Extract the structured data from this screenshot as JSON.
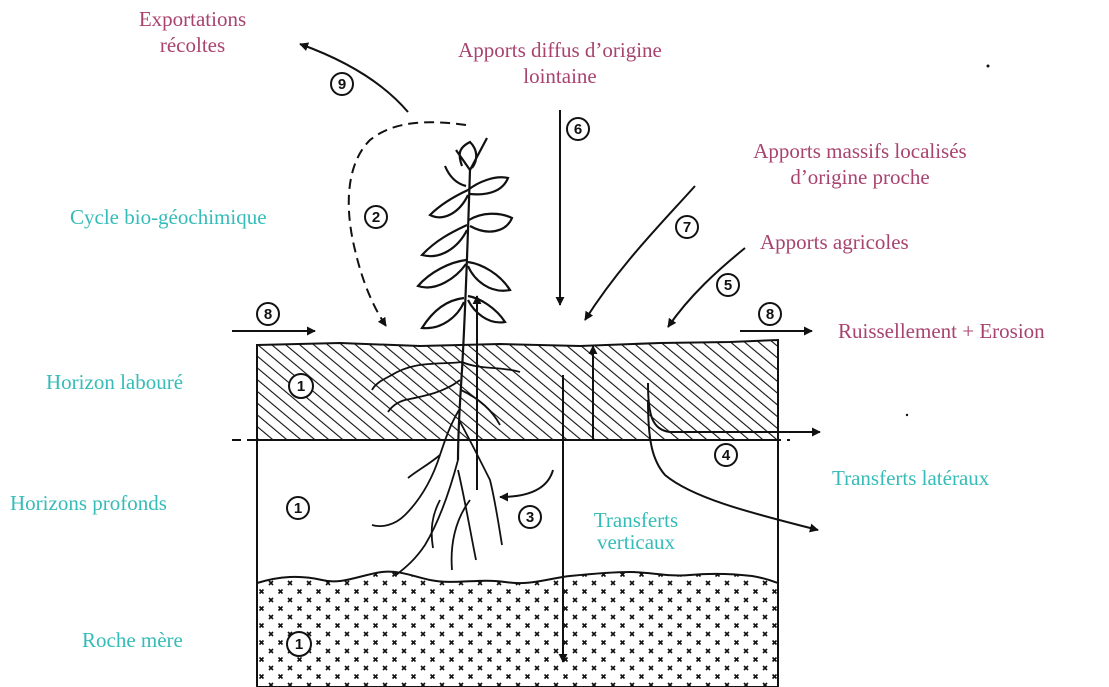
{
  "colors": {
    "flux": "#a8436e",
    "compartments": "#35bcb8",
    "drawing": "#111111"
  },
  "labels": {
    "exportations": [
      "Exportations",
      "récoltes"
    ],
    "apports_diffus": [
      "Apports diffus d’origine",
      "lointaine"
    ],
    "apports_massifs": [
      "Apports massifs localisés",
      "d’origine proche"
    ],
    "apports_agricoles": "Apports agricoles",
    "ruissellement": "Ruissellement + Erosion",
    "cycle": "Cycle bio-géochimique",
    "horizon_laboure": "Horizon labouré",
    "horizons_profonds": "Horizons profonds",
    "roche_mere": "Roche mère",
    "transferts_lateraux": "Transferts latéraux",
    "transferts_verticaux": [
      "Transferts",
      "verticaux"
    ]
  },
  "markers": {
    "m9": "9",
    "m2": "2",
    "m6": "6",
    "m7": "7",
    "m5": "5",
    "m8_left": "8",
    "m8_right": "8",
    "m1_labour": "1",
    "m1_profond": "1",
    "m1_roche": "1",
    "m3": "3",
    "m4": "4"
  }
}
